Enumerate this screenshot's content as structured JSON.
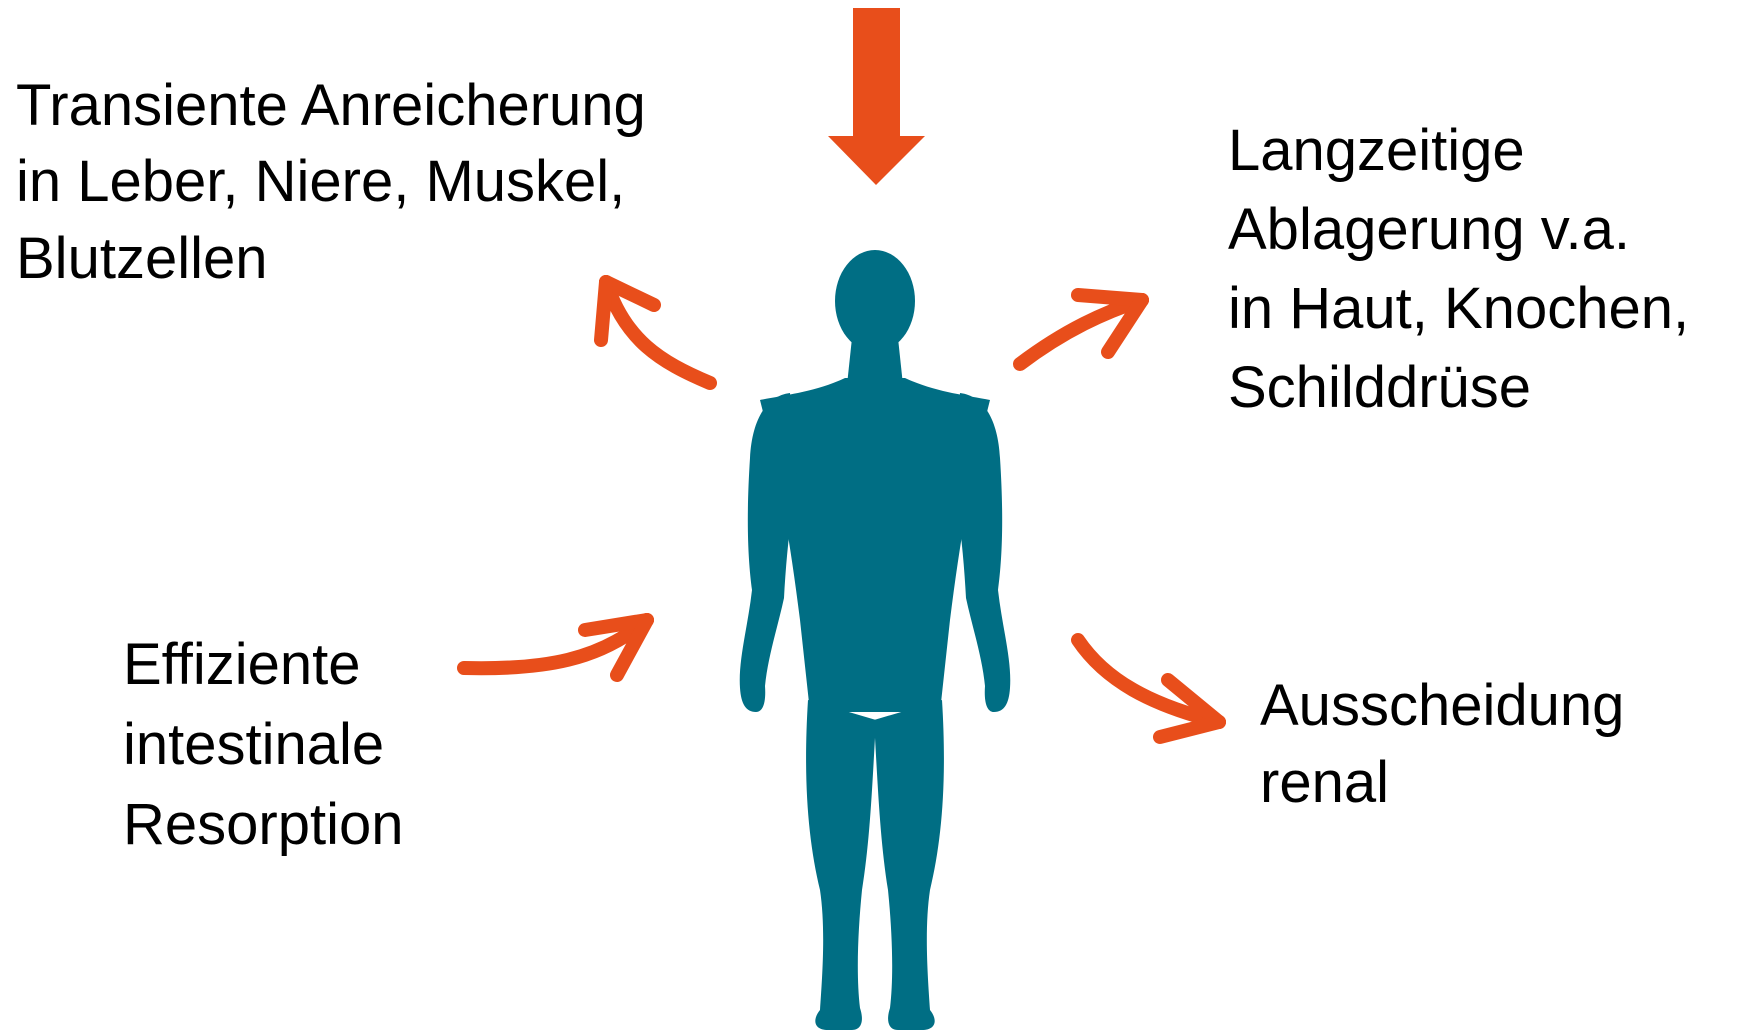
{
  "colors": {
    "arrow": "#e84e1b",
    "body": "#006e84",
    "text": "#000000",
    "background": "#ffffff"
  },
  "labels": {
    "transient": {
      "line1": "Transiente Anreicherung",
      "line2": "in Leber, Niere, Muskel,",
      "line3": "Blutzellen"
    },
    "long_term": {
      "line1": "Langzeitige",
      "line2": "Ablagerung v.a.",
      "line3": "in Haut, Knochen,",
      "line4": "Schilddrüse"
    },
    "resorption": {
      "line1": "Effiziente",
      "line2": "intestinale",
      "line3": "Resorption"
    },
    "excretion": {
      "line1": "Ausscheidung",
      "line2": "renal"
    }
  },
  "figure": {
    "icon": "human-body-silhouette-icon"
  }
}
